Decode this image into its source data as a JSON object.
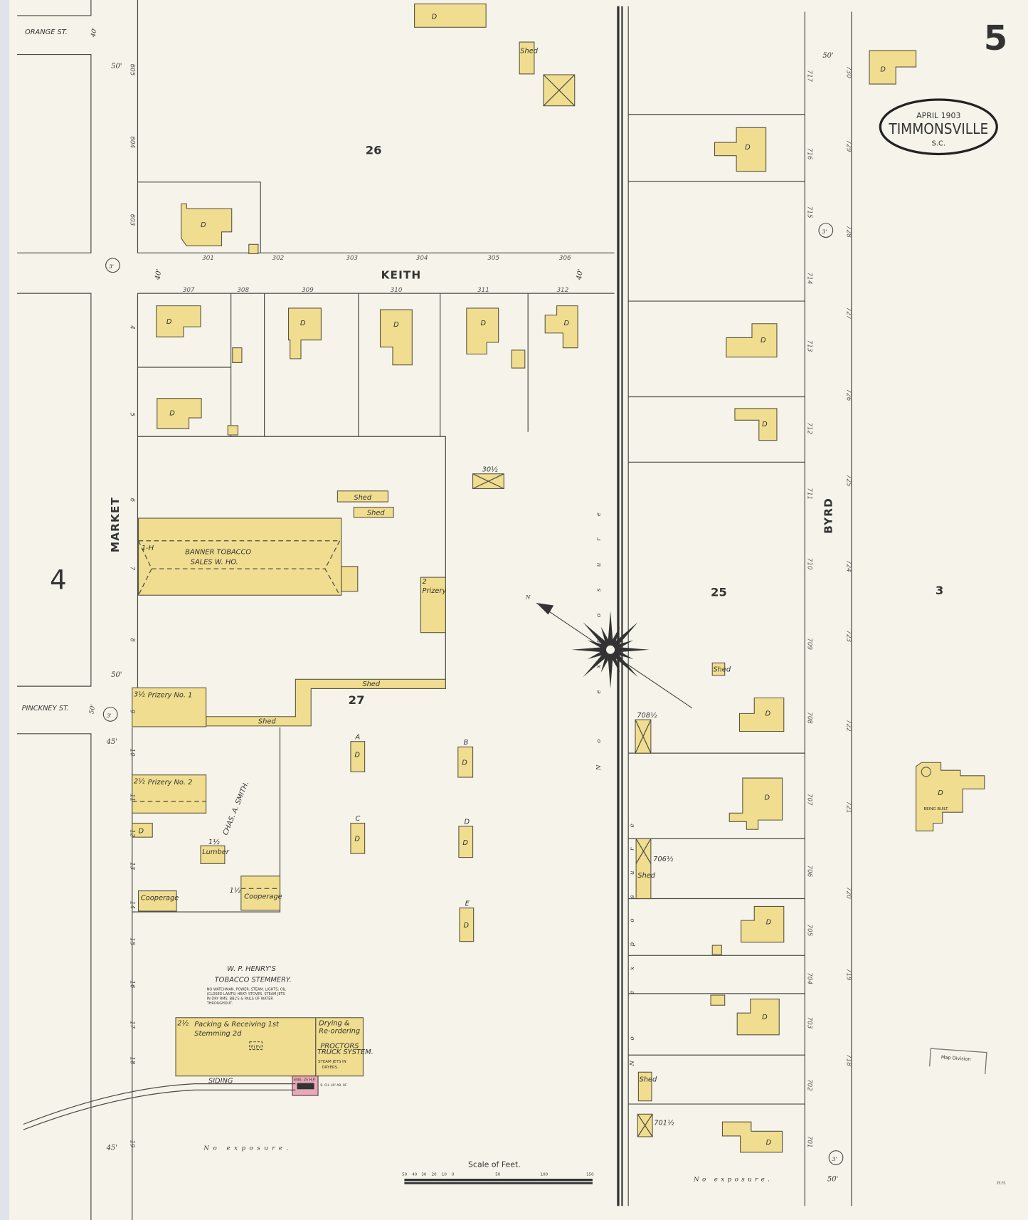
{
  "sheet": {
    "number": "5",
    "cartouche": {
      "date": "APRIL 1903",
      "town": "TIMMONSVILLE",
      "state": "S.C."
    },
    "stamp": "Map Division",
    "initials": "H.H."
  },
  "colors": {
    "paper": "#f6f4ea",
    "frame_brick": "#f0dd8f",
    "brick_pink": "#e8a9b8",
    "line": "#4a4a48"
  },
  "streets": {
    "orange": "ORANGE ST.",
    "pinckney": "PINCKNEY ST.",
    "market": "MARKET",
    "keith": "KEITH",
    "byrd": "BYRD"
  },
  "widths": {
    "orange": "40'",
    "market_top": "50'",
    "keith_left": "40'",
    "keith_right": "40'",
    "market_mid": "50'",
    "pinckney": "50'",
    "market_low": "45'",
    "market_bottom": "45'",
    "byrd_top": "50'",
    "byrd_bottom": "50'",
    "curb": "3'"
  },
  "blocks": {
    "b26": "26",
    "b27": "27",
    "b25": "25",
    "b3": "3",
    "b4": "4"
  },
  "addresses": {
    "market_west": [
      "605",
      "604",
      "603",
      "4",
      "5",
      "6",
      "7",
      "8",
      "9",
      "10",
      "11",
      "12",
      "13",
      "14",
      "15",
      "16",
      "17",
      "18",
      "19"
    ],
    "keith_south": [
      "301",
      "302",
      "303",
      "304",
      "305",
      "306"
    ],
    "keith_north": [
      "307",
      "308",
      "309",
      "310",
      "311",
      "312"
    ],
    "byrd_west": [
      "717",
      "716",
      "715",
      "714",
      "713",
      "712",
      "711",
      "710",
      "709",
      "708",
      "707",
      "706",
      "705",
      "704",
      "703",
      "702",
      "701"
    ],
    "byrd_east": [
      "730",
      "729",
      "728",
      "727",
      "726",
      "725",
      "724",
      "723",
      "722",
      "721",
      "720",
      "719",
      "718"
    ]
  },
  "labels": {
    "dwelling": "D",
    "shed": "Shed",
    "banner": [
      "BANNER TOBACCO",
      "SALES W. HO."
    ],
    "banner_story": "1-H",
    "prizery": "Prizery",
    "prizery_story": "2",
    "prizery_1": "Prizery No. 1",
    "prizery_1_story": "3½",
    "prizery_2": "Prizery No. 2",
    "prizery_2_story": "2½",
    "owner": "CHAS. A. SMITH.",
    "lumber": "Lumber",
    "lumber_story": "1½",
    "cooperage": "Cooperage",
    "cooperage_story": "1½",
    "dwelling_letters": [
      "A",
      "B",
      "C",
      "D",
      "E"
    ],
    "stemmery_title": [
      "W. P. HENRY'S",
      "TOBACCO STEMMERY."
    ],
    "stemmery_notes": [
      "NO WATCHMAN. POWER: STEAM. LIGHTS: OIL",
      "(CLOSED LANTS) HEAT: STOVES. STEAM JETS",
      "IN DRY RMS. BBL'S & PAILS OF WATER",
      "THROUGHOUT."
    ],
    "packing": "Packing & Receiving 1st",
    "stemming": "Stemming 2d",
    "stemmery_story": "2½",
    "elev": "ELEV.",
    "drying": [
      "Drying &",
      "Re-ordering"
    ],
    "proctors": [
      "PROCTORS",
      "TRUCK SYSTEM."
    ],
    "steam_jets": [
      "STEAM JETS IN",
      "DRYERS."
    ],
    "engine": "ENG. 25 H.P.",
    "boiler": "B. CH. 40' AB. RF.",
    "siding": "SIDING",
    "no_exposure": "No exposure.",
    "no_exposure_rr": "No exposure",
    "half_30": "30½",
    "half_708": "708½",
    "half_706": "706½",
    "half_701": "701½",
    "being_built": "BEING BUILT.",
    "compass_n": "N"
  },
  "scale": {
    "title": "Scale of Feet.",
    "ticks": [
      "50",
      "40",
      "30",
      "20",
      "10",
      "0",
      "50",
      "100",
      "150"
    ]
  }
}
